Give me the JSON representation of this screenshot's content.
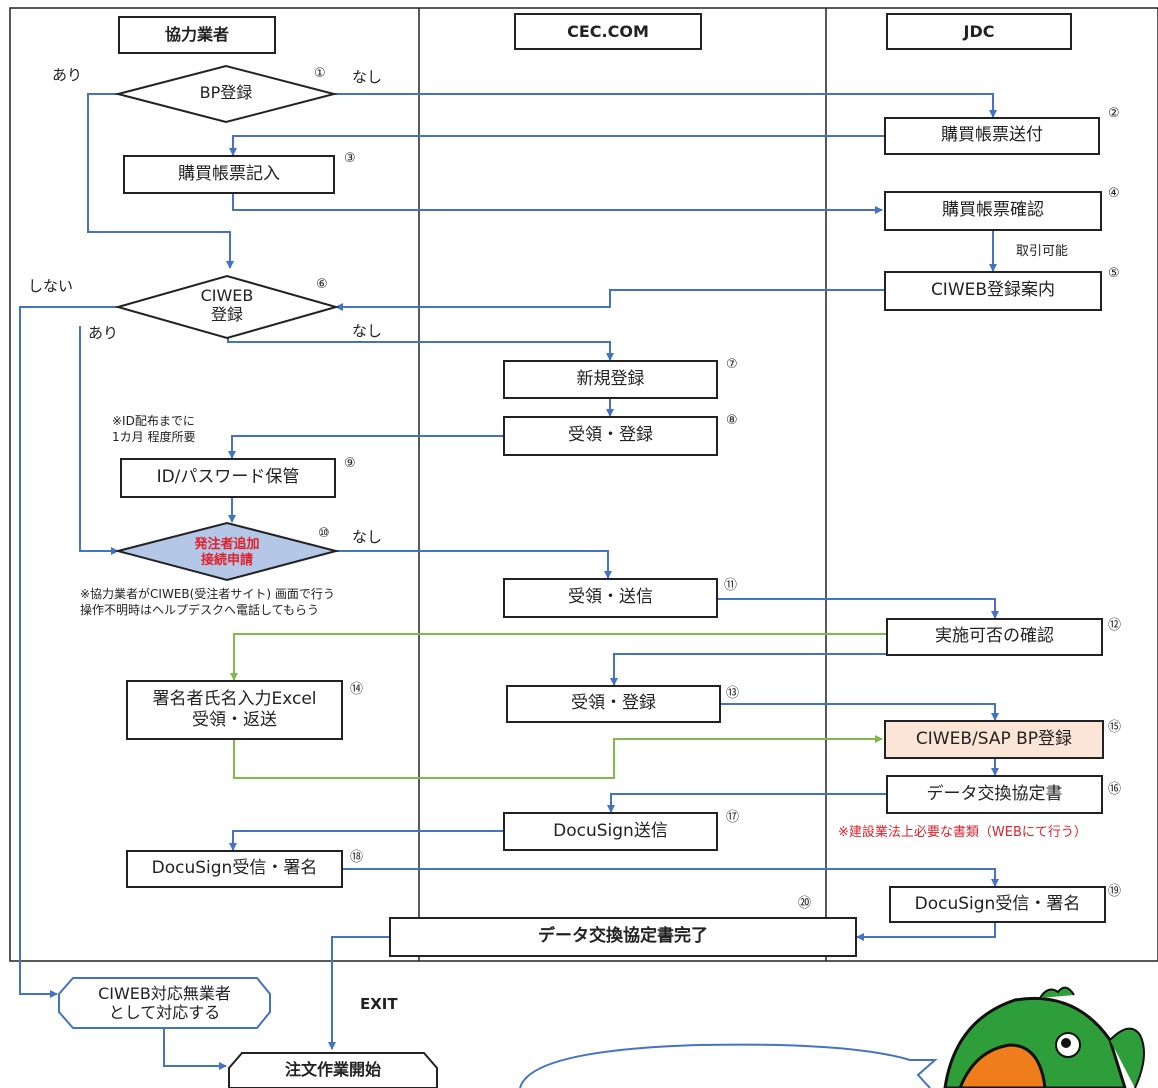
{
  "lanes": {
    "left": "協力業者",
    "middle": "CEC.COM",
    "right": "JDC"
  },
  "nodes": {
    "bp_register": "BP登録",
    "purchase_form_send": "購買帳票送付",
    "purchase_form_fill": "購買帳票記入",
    "purchase_form_check": "購買帳票確認",
    "ciweb_guide": "CIWEB登録案内",
    "ciweb_register": "CIWEB\n登録",
    "new_register": "新規登録",
    "receive_register_8": "受領・登録",
    "id_password": "ID/パスワード保管",
    "orderer_request": "発注者追加\n接続申請",
    "receive_send": "受領・送信",
    "feasibility_check": "実施可否の確認",
    "signer_excel": "署名者氏名入力Excel\n受領・返送",
    "receive_register_13": "受領・登録",
    "ciweb_sap": "CIWEB/SAP BP登録",
    "data_exchange": "データ交換協定書",
    "docusign_send": "DocuSign送信",
    "docusign_sign_18": "DocuSign受信・署名",
    "docusign_sign_19": "DocuSign受信・署名",
    "data_exchange_done": "データ交換協定書完了",
    "ciweb_none": "CIWEB対応無業者\nとして対応する",
    "order_start": "注文作業開始"
  },
  "labels": {
    "ari_1": "あり",
    "nashi_1": "なし",
    "shinai": "しない",
    "ari_6": "あり",
    "nashi_6": "なし",
    "nashi_10": "なし",
    "torihiki": "取引可能",
    "exit": "EXIT",
    "note_id": "※ID配布までに\n1カ月 程度所要",
    "note_ciweb": "※協力業者がCIWEB(受注者サイト) 画面で行う\n操作不明時はヘルプデスクへ電話してもらう",
    "note_law": "※建設業法上必要な書類（WEBにて行う）"
  },
  "steps": {
    "s1": "①",
    "s2": "②",
    "s3": "③",
    "s4": "④",
    "s5": "⑤",
    "s6": "⑥",
    "s7": "⑦",
    "s8": "⑧",
    "s9": "⑨",
    "s10": "⑩",
    "s11": "⑪",
    "s12": "⑫",
    "s13": "⑬",
    "s14": "⑭",
    "s15": "⑮",
    "s16": "⑯",
    "s17": "⑰",
    "s18": "⑱",
    "s19": "⑲",
    "s20": "⑳"
  },
  "colors": {
    "flow": "#4472c4",
    "return": "#7fba4a",
    "diamond_fill": "#b4c7e7",
    "highlight": "#fbe5d6",
    "note_red": "#e0202a"
  }
}
